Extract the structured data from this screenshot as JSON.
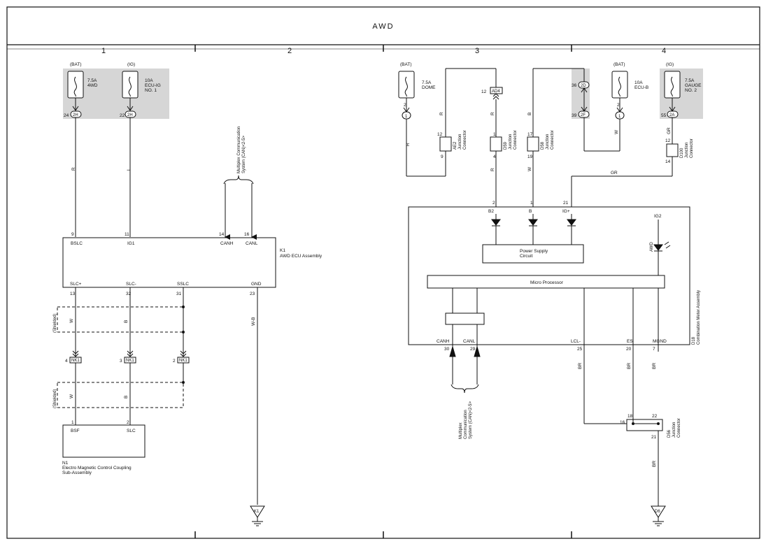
{
  "title": "AWD",
  "columns": [
    "1",
    "2",
    "3",
    "4"
  ],
  "fuses": [
    {
      "source": "(BAT)",
      "rating": "7.5A",
      "name": "4WD",
      "name2": "",
      "pin": "24",
      "conn": "2H"
    },
    {
      "source": "(IG)",
      "rating": "10A",
      "name": "ECU-IG",
      "name2": "NO. 1",
      "pin": "22",
      "conn": "2H"
    },
    {
      "source": "(BAT)",
      "rating": "7.5A",
      "name": "DOME",
      "name2": "",
      "pin": "2",
      "conn": "1"
    },
    {
      "source": "(BAT)",
      "rating": "10A",
      "name": "ECU-B",
      "name2": "",
      "pin": "2",
      "conn": "1"
    },
    {
      "source": "(IG)",
      "rating": "7.5A",
      "name": "GAUGE",
      "name2": "NO. 2",
      "pin": "55",
      "conn": "2A"
    }
  ],
  "wire_colors": {
    "r": "R",
    "l": "L",
    "w": "W",
    "b": "B",
    "wb": "W-B",
    "br": "BR",
    "gr": "GR"
  },
  "multiplex_label": [
    "Multiplex Communication",
    "System (CAN)<2-5>"
  ],
  "multiplex_label_bottom": [
    "Multiplex",
    "Communication",
    "System (CAN)<2-5>"
  ],
  "awd_ecu": {
    "id": "K1",
    "name": "AWD ECU Assembly",
    "top_pins": [
      {
        "num": "9",
        "label": "BSLC"
      },
      {
        "num": "11",
        "label": "IG1"
      },
      {
        "num": "14",
        "label": "CANH"
      },
      {
        "num": "16",
        "label": "CANL"
      }
    ],
    "bottom_pins": [
      {
        "num": "13",
        "label": "SLC+"
      },
      {
        "num": "32",
        "label": "SLC-"
      },
      {
        "num": "31",
        "label": "SSLC"
      },
      {
        "num": "23",
        "label": "GND"
      }
    ]
  },
  "shielded": "(Shielded)",
  "nk1": {
    "id": "NK1",
    "pins": [
      "4",
      "3",
      "2"
    ]
  },
  "coupling": {
    "id": "N1",
    "name": "Electro Magnetic Control Coupling",
    "name2": "Sub-Assembly",
    "pins": [
      {
        "num": "1",
        "label": "BSF"
      },
      {
        "num": "2",
        "label": "SLC"
      }
    ]
  },
  "ground_left": "K1",
  "ground_right": "D6",
  "ad4": {
    "pin": "12",
    "id": "AD4"
  },
  "connectors": [
    {
      "id": "AE2",
      "desc": "Junction",
      "desc2": "Connector",
      "top": "12",
      "bot": "9"
    },
    {
      "id": "D59",
      "desc": "Junction",
      "desc2": "Connector",
      "top": "1",
      "bot": "4"
    },
    {
      "id": "D58",
      "desc": "Junction",
      "desc2": "Connector",
      "top": "17",
      "bot": "19"
    },
    {
      "id": "D100",
      "desc": "Junction",
      "desc2": "Connector",
      "top": "12",
      "bot": "14"
    },
    {
      "id": "D56",
      "desc": "Junction",
      "desc2": "Connector"
    }
  ],
  "connector_2d": {
    "top": "36",
    "top_conn": "2D",
    "bot": "39",
    "bot_conn": "2F"
  },
  "meter": {
    "id": "D18",
    "name": "Combination Meter Assembly",
    "top_pins": [
      {
        "num": "2",
        "label": "B2"
      },
      {
        "num": "1",
        "label": "B"
      },
      {
        "num": "21",
        "label": "IG+"
      }
    ],
    "ig2": "IG2",
    "awd_led": "AWD",
    "power_supply": [
      "Power Supply",
      "Circuit"
    ],
    "micro": "Micro Processor",
    "bottom_pins": [
      {
        "num": "30",
        "label": "CANH"
      },
      {
        "num": "29",
        "label": "CANL"
      },
      {
        "num": "25",
        "label": "LCL-"
      },
      {
        "num": "20",
        "label": "ES"
      },
      {
        "num": "7",
        "label": "MGND"
      }
    ]
  },
  "d56_pins": {
    "left": "16",
    "a": "18",
    "b": "22",
    "bottom": "21"
  }
}
